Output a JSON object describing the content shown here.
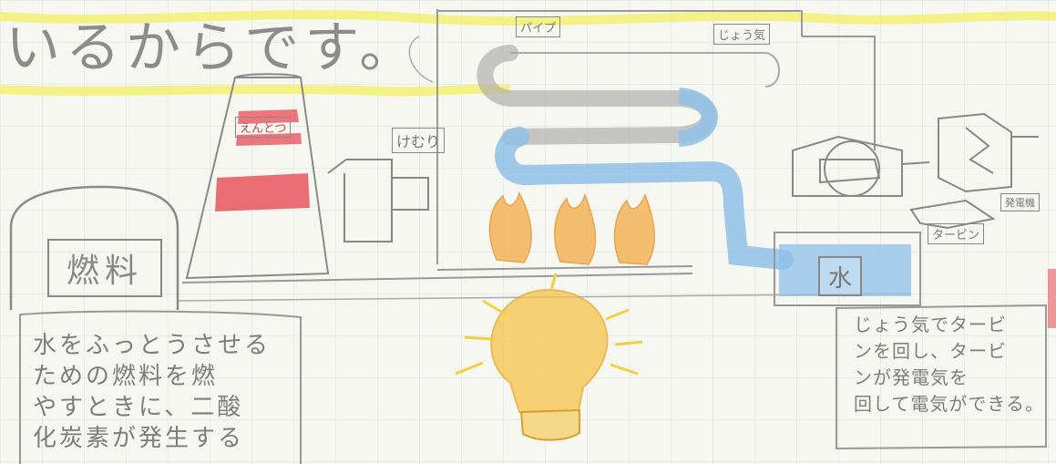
{
  "title_line": "いるからです。",
  "labels": {
    "chimney": "えんとつ",
    "smoke": "けむり",
    "pipe": "パイプ",
    "steam": "じょう気",
    "turbine": "タービン",
    "generator": "発電機",
    "fuel": "燃料",
    "water": "水"
  },
  "notes": {
    "left": [
      "水をふっとうさせる",
      "ための燃料を燃",
      "やすときに、二酸",
      "化炭素が発生する"
    ],
    "right": [
      "じょう気でタービ",
      "ンを回し、タービ",
      "ンが発電気を",
      "回して電気ができる。"
    ]
  },
  "colors": {
    "highlighter": "#f2f06a",
    "water_blue": "#8fc0e8",
    "flame": "#f4b35a",
    "bulb": "#f7c44a",
    "chimney_red": "#e9555e",
    "pencil": "#8a8a8a",
    "grid": "#cfe0dc"
  },
  "icons": [
    "flame-icon",
    "light-bulb-icon",
    "turbine-icon",
    "generator-icon",
    "chimney-icon"
  ]
}
